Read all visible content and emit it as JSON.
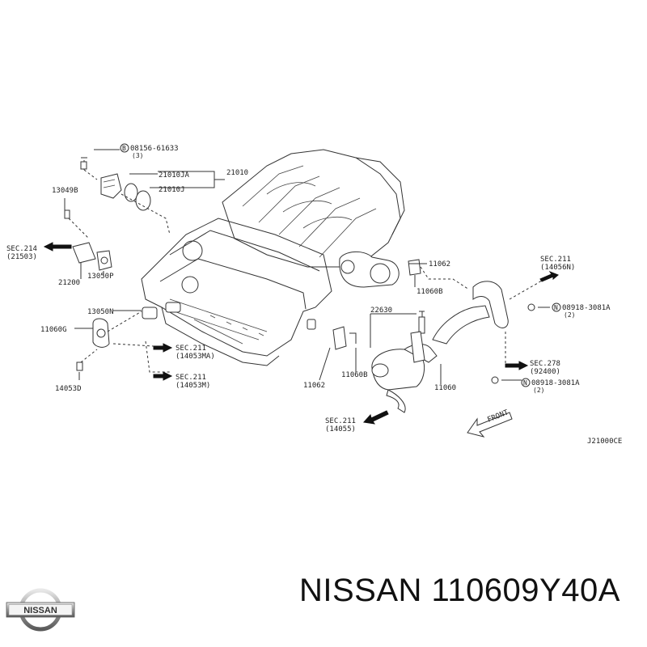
{
  "diagram": {
    "labels": {
      "bolt_08156": "08156-61633",
      "bolt_08156_circ": "B",
      "bolt_08156_qty": "(3)",
      "p21010": "21010",
      "p21010JA": "21010JA",
      "p21010J": "21010J",
      "p13049B": "13049B",
      "sec214_a": "SEC.214",
      "sec214_b": "(21503)",
      "p21200": "21200",
      "p13050P": "13050P",
      "p13050N": "13050N",
      "p11060G": "11060G",
      "p14053D": "14053D",
      "sec211_ma_a": "SEC.211",
      "sec211_ma_b": "(14053MA)",
      "sec211_m_a": "SEC.211",
      "sec211_m_b": "(14053M)",
      "p11062_top": "11062",
      "p11060B_top": "11060B",
      "sec211_n_a": "SEC.211",
      "sec211_n_b": "(14056N)",
      "nut_top": "08918-3081A",
      "nut_top_circ": "N",
      "nut_top_qty": "(2)",
      "p22630": "22630",
      "sec278_a": "SEC.278",
      "sec278_b": "(92400)",
      "nut_bot": "08918-3081A",
      "nut_bot_circ": "N",
      "nut_bot_qty": "(2)",
      "p11060": "11060",
      "p11060B_bot": "11060B",
      "p11062_bot": "11062",
      "sec211_55_a": "SEC.211",
      "sec211_55_b": "(14055)",
      "front": "FRONT",
      "code": "J21000CE"
    }
  },
  "footer": {
    "brand": "NISSAN",
    "title": "NISSAN 110609Y40A"
  }
}
